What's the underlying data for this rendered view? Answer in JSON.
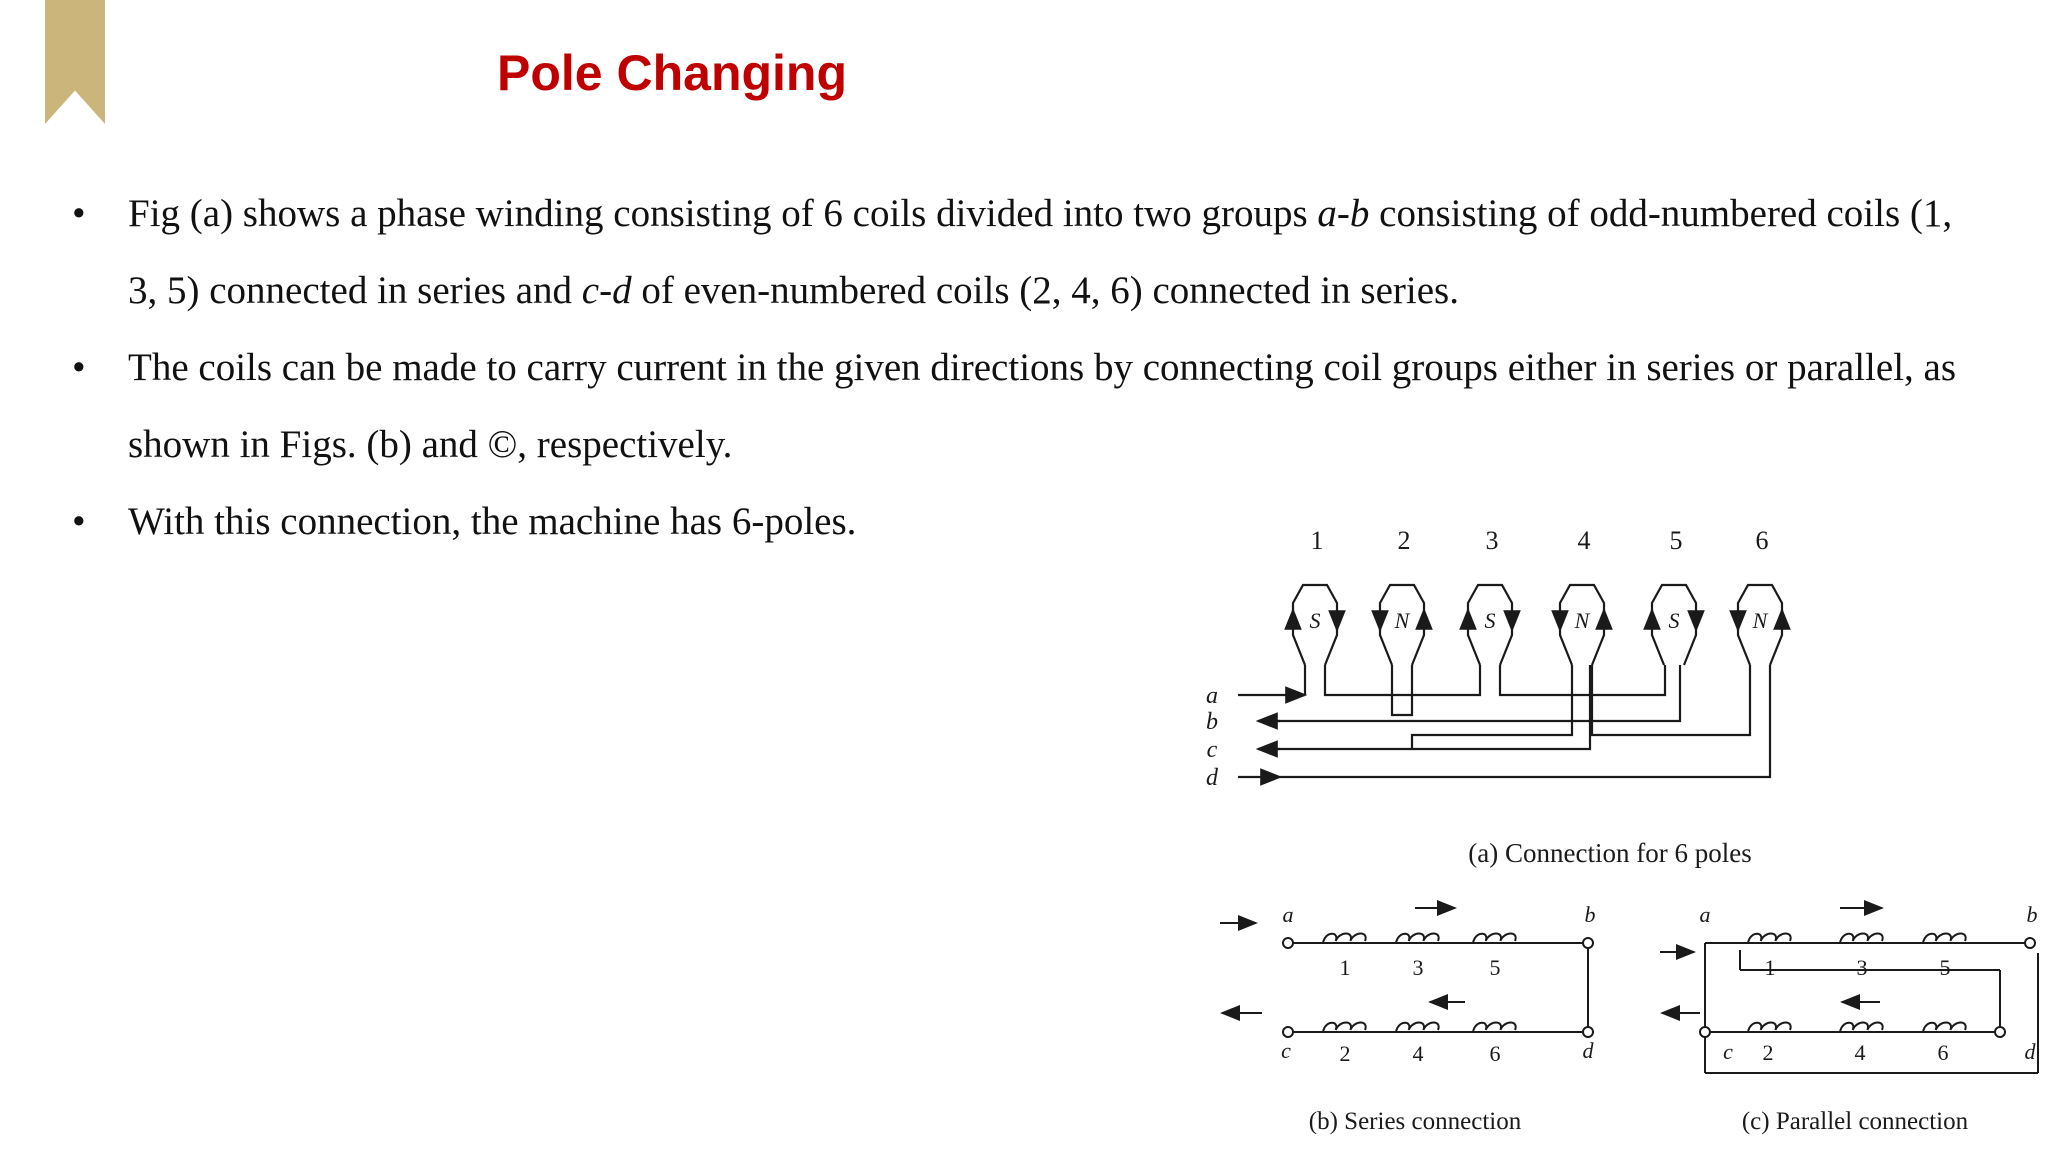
{
  "slide": {
    "title": "Pole Changing",
    "bullets": [
      {
        "parts": [
          {
            "t": "Fig (a) shows a phase winding consisting of 6 coils divided into two groups "
          },
          {
            "t": "a-b",
            "i": true
          },
          {
            "t": " consisting of odd-numbered coils (1, 3, 5) connected in series and "
          },
          {
            "t": "c-d",
            "i": true
          },
          {
            "t": " of even-numbered coils (2, 4, 6) connected in series."
          }
        ]
      },
      {
        "parts": [
          {
            "t": "The coils can be made to carry current in the given directions by connecting coil groups either in series or parallel, as shown in Figs. (b) and ©, respectively."
          }
        ]
      },
      {
        "parts": [
          {
            "t": " With this connection, the machine has 6-poles."
          }
        ]
      }
    ]
  },
  "figure": {
    "coil_numbers": [
      "1",
      "2",
      "3",
      "4",
      "5",
      "6"
    ],
    "pole_labels": [
      "S",
      "N",
      "S",
      "N",
      "S",
      "N"
    ],
    "terminals": [
      "a",
      "b",
      "c",
      "d"
    ],
    "caption_a": "(a) Connection for 6 poles",
    "series": {
      "terminals": [
        "a",
        "b",
        "c",
        "d"
      ],
      "top_coils": [
        "1",
        "3",
        "5"
      ],
      "bottom_coils": [
        "2",
        "4",
        "6"
      ],
      "coil_symbol": "ʘʘʘ",
      "caption": "(b) Series connection"
    },
    "parallel": {
      "terminals": [
        "a",
        "b",
        "c",
        "d"
      ],
      "top_coils": [
        "1",
        "3",
        "5"
      ],
      "bottom_coils": [
        "2",
        "4",
        "6"
      ],
      "caption": "(c) Parallel connection"
    }
  }
}
